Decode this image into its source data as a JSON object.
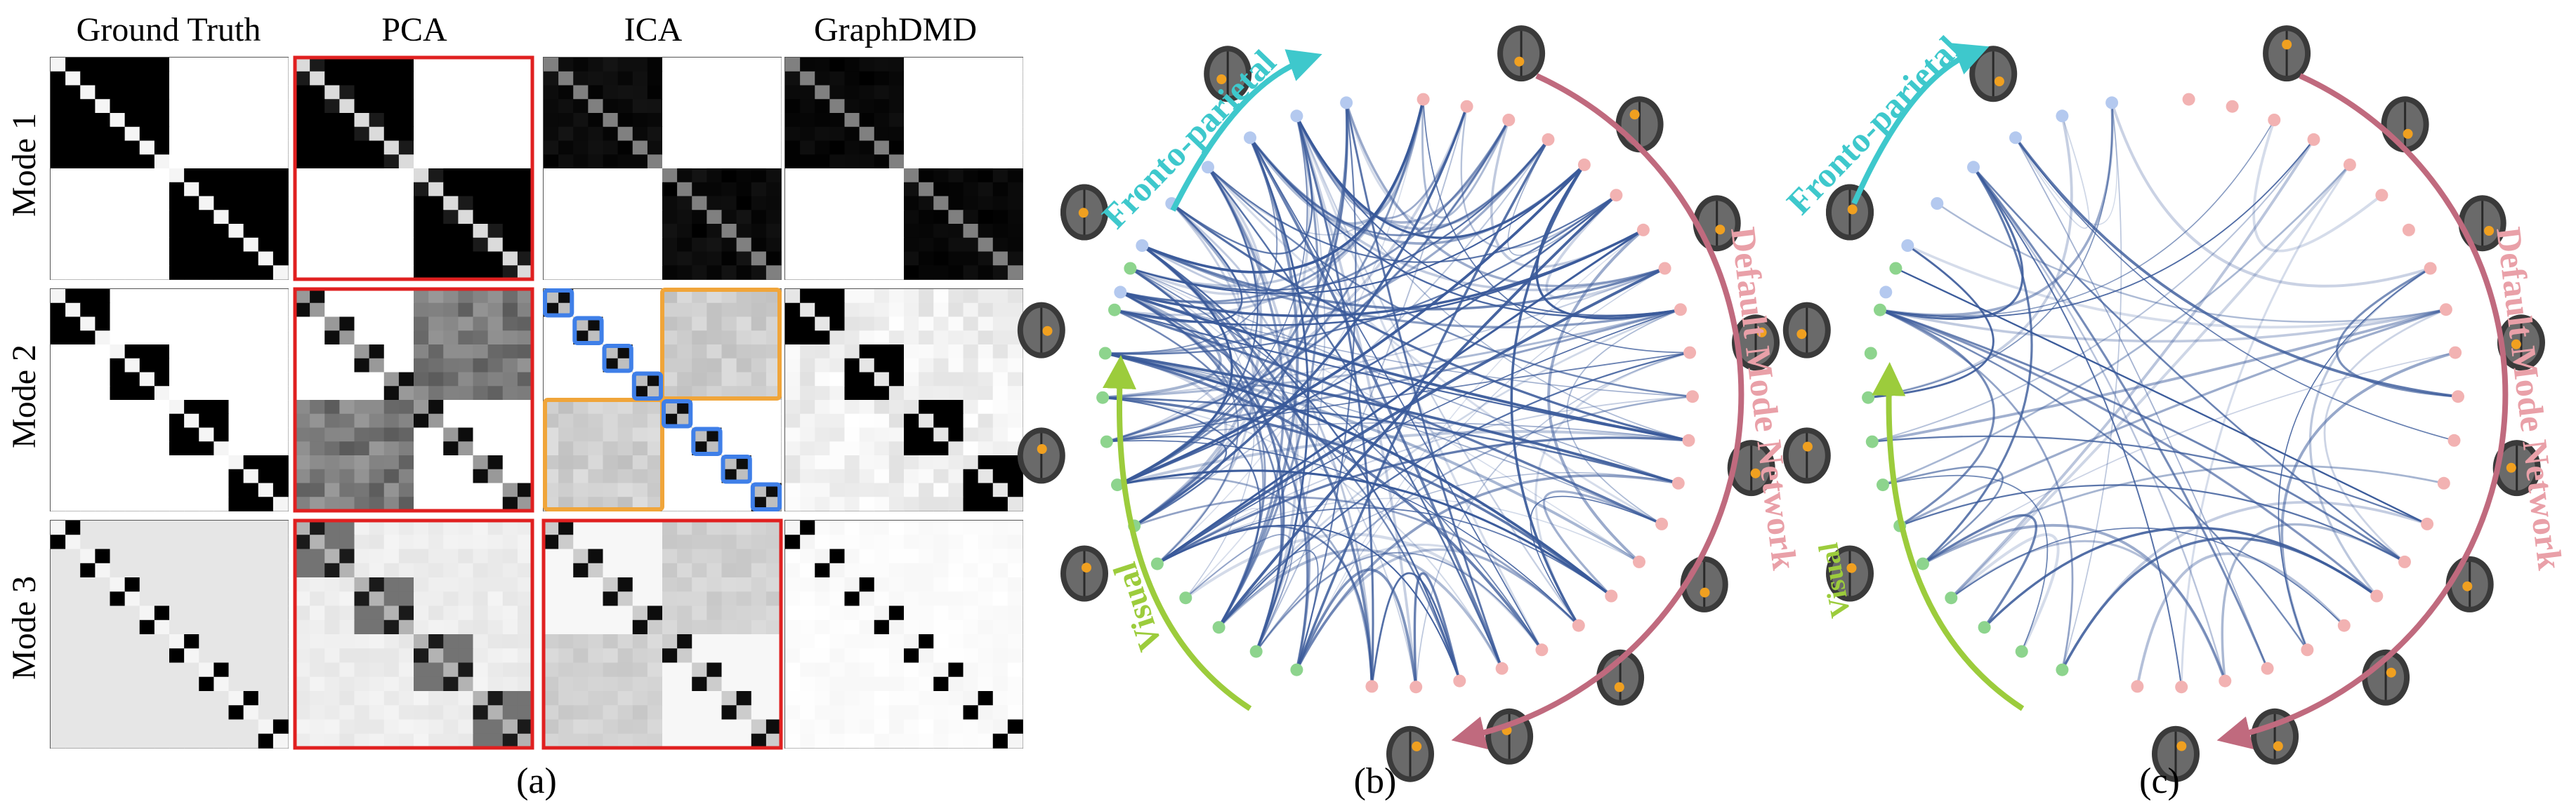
{
  "panel_a": {
    "column_headers": [
      "Ground Truth",
      "PCA",
      "ICA",
      "GraphDMD"
    ],
    "row_labels": [
      "Mode 1",
      "Mode 2",
      "Mode 3"
    ],
    "caption": "(a)"
  },
  "panel_b": {
    "caption": "(b)",
    "network_labels": {
      "fronto_parietal": "Fronto-parietal",
      "default_mode": "Default Mode Network",
      "visual": "Visual"
    }
  },
  "panel_c": {
    "caption": "(c)",
    "network_labels": {
      "fronto_parietal": "Fronto-parietal",
      "default_mode": "Default Mode Network",
      "visual": "Visual"
    }
  },
  "colors": {
    "fronto_parietal": "#3ec8cc",
    "default_mode": "#c06a7e",
    "visual": "#9ccc3c",
    "node_fp": "#b4c9ef",
    "node_dmn": "#f2b2b2",
    "node_vis": "#8dd48d",
    "edges": "#3a5a9a",
    "highlight_red": "#e02020",
    "highlight_blue": "#3f7fe8",
    "highlight_orange": "#f0a53a"
  }
}
